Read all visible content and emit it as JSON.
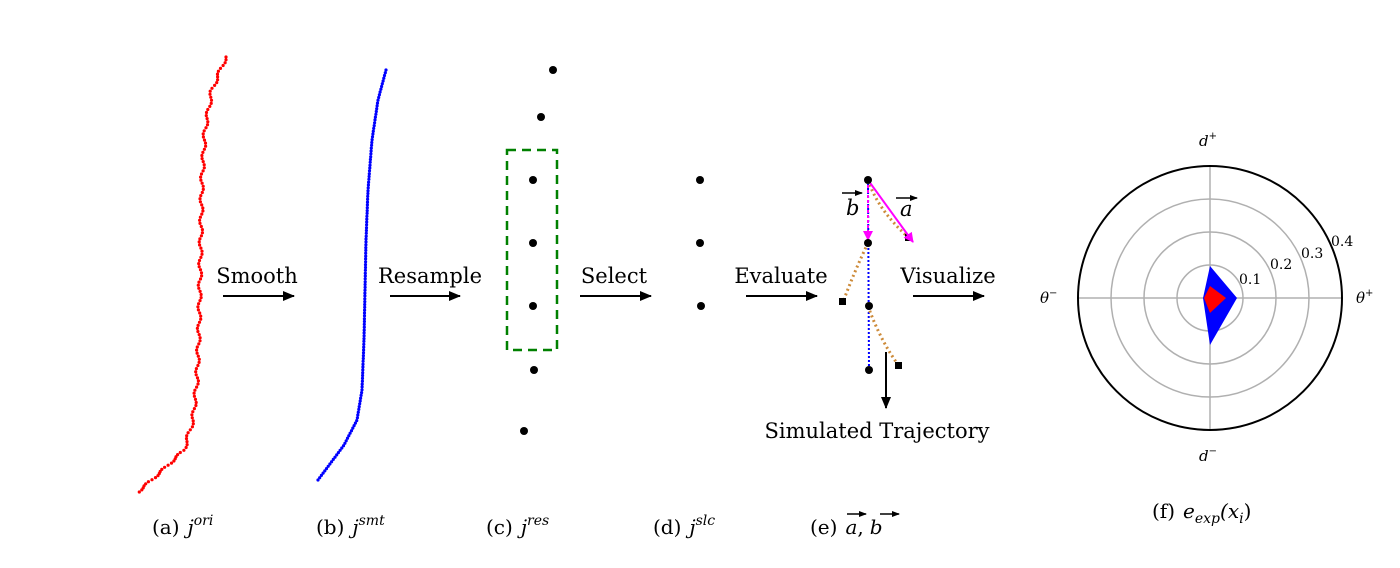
{
  "steps": {
    "smooth": "Smooth",
    "resample": "Resample",
    "select": "Select",
    "evaluate": "Evaluate",
    "visualize": "Visualize"
  },
  "annotations": {
    "simulated_trajectory": "Simulated Trajectory",
    "vector_b": "b",
    "vector_a": "a"
  },
  "captions": {
    "a": {
      "prefix": "(a)",
      "base": "j",
      "sup": "ori"
    },
    "b": {
      "prefix": "(b)",
      "base": "j",
      "sup": "smt"
    },
    "c": {
      "prefix": "(c)",
      "base": "j",
      "sup": "res"
    },
    "d": {
      "prefix": "(d)",
      "base": "j",
      "sup": "slc"
    },
    "e": {
      "prefix": "(e)",
      "a": "a",
      "sep": ",",
      "b": "b"
    },
    "f": {
      "prefix": "(f)",
      "e": "e",
      "sub": "exp",
      "arg": "(x",
      "argsub": "i",
      "close": ")"
    }
  },
  "polar": {
    "top": "d",
    "top_sup": "+",
    "bottom": "d",
    "bottom_sup": "−",
    "left": "θ",
    "left_sup": "−",
    "right": "θ",
    "right_sup": "+",
    "ticks": [
      "0.1",
      "0.2",
      "0.3",
      "0.4"
    ]
  },
  "colors": {
    "original": "#ff0000",
    "smoothed": "#0000ff",
    "box": "#008000",
    "vector": "#ff00ff",
    "simulated": "#cd8b3a"
  }
}
